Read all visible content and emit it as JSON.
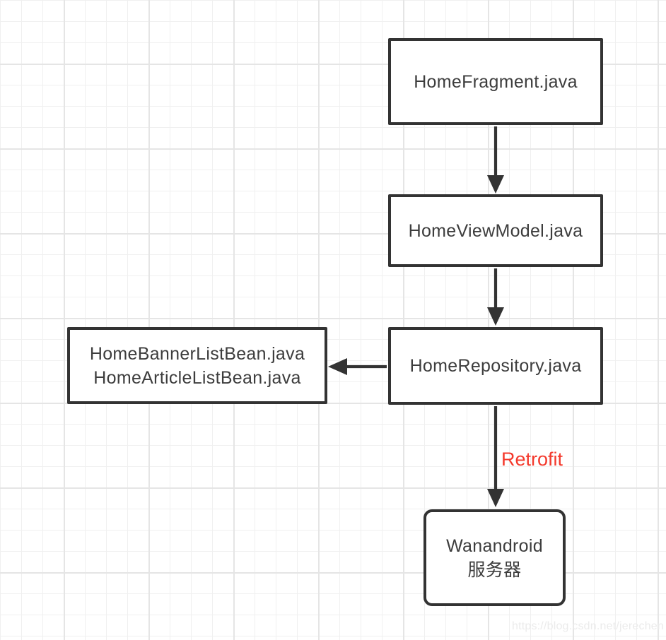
{
  "colors": {
    "background": "#ffffff",
    "grid_minor": "#f0f0f0",
    "grid_major": "#e5e5e5",
    "node_border": "#333333",
    "node_fill": "#ffffff",
    "node_text": "#3d3d3d",
    "edge": "#333333",
    "edge_label": "#f4392c",
    "watermark": "#ebebeb"
  },
  "nodes": {
    "home_fragment": {
      "label": "HomeFragment.java"
    },
    "home_view_model": {
      "label": "HomeViewModel.java"
    },
    "home_repository": {
      "label": "HomeRepository.java"
    },
    "bean_list": {
      "line1": "HomeBannerListBean.java",
      "line2": "HomeArticleListBean.java"
    },
    "server": {
      "line1": "Wanandroid",
      "line2": "服务器"
    }
  },
  "edges": {
    "fragment_to_viewmodel": {
      "from": "home_fragment",
      "to": "home_view_model"
    },
    "viewmodel_to_repository": {
      "from": "home_view_model",
      "to": "home_repository"
    },
    "repository_to_beans": {
      "from": "home_repository",
      "to": "bean_list"
    },
    "repository_to_server": {
      "from": "home_repository",
      "to": "server",
      "label": "Retrofit"
    }
  },
  "watermark": {
    "text": "https://blog.csdn.net/jerechen"
  }
}
